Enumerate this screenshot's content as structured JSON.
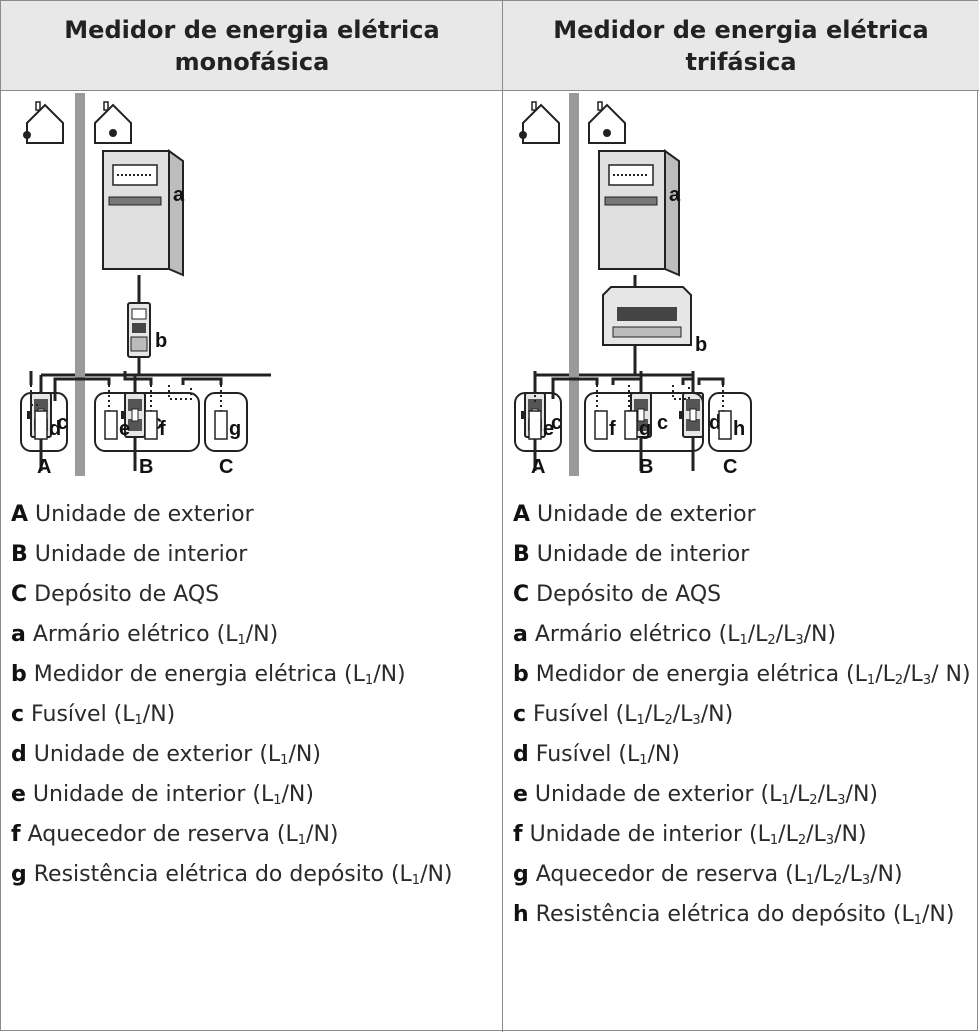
{
  "headers": {
    "left": "Medidor de energia elétrica monofásica",
    "right": "Medidor de energia elétrica trifásica"
  },
  "diagram_labels": {
    "left": {
      "a": "a",
      "b": "b",
      "c1": "c",
      "c2": "c",
      "d": "d",
      "e": "e",
      "f": "f",
      "g": "g",
      "A": "A",
      "B": "B",
      "C": "C"
    },
    "right": {
      "a": "a",
      "b": "b",
      "c1": "c",
      "c2": "c",
      "d": "d",
      "e": "e",
      "f": "f",
      "g": "g",
      "h": "h",
      "A": "A",
      "B": "B",
      "C": "C"
    }
  },
  "legend_left": [
    {
      "key": "A",
      "pre": "Unidade de exterior",
      "subs": []
    },
    {
      "key": "B",
      "pre": "Unidade de interior",
      "subs": []
    },
    {
      "key": "C",
      "pre": "Depósito de AQS",
      "subs": []
    },
    {
      "key": "a",
      "pre": "Armário elétrico (L",
      "subs": [
        "1"
      ],
      "post": "/N)"
    },
    {
      "key": "b",
      "pre": "Medidor de energia elétrica (L",
      "subs": [
        "1"
      ],
      "post": "/N)"
    },
    {
      "key": "c",
      "pre": "Fusível (L",
      "subs": [
        "1"
      ],
      "post": "/N)"
    },
    {
      "key": "d",
      "pre": "Unidade de exterior (L",
      "subs": [
        "1"
      ],
      "post": "/N)"
    },
    {
      "key": "e",
      "pre": "Unidade de interior (L",
      "subs": [
        "1"
      ],
      "post": "/N)"
    },
    {
      "key": "f",
      "pre": "Aquecedor de reserva (L",
      "subs": [
        "1"
      ],
      "post": "/N)"
    },
    {
      "key": "g",
      "pre": "Resistência elétrica do depósito (L",
      "subs": [
        "1"
      ],
      "post": "/N)"
    }
  ],
  "legend_right": [
    {
      "key": "A",
      "pre": "Unidade de exterior",
      "subs": []
    },
    {
      "key": "B",
      "pre": "Unidade de interior",
      "subs": []
    },
    {
      "key": "C",
      "pre": "Depósito de AQS",
      "subs": []
    },
    {
      "key": "a",
      "pre": "Armário elétrico (L",
      "subs": [
        "1",
        "2",
        "3"
      ],
      "post": "/N)"
    },
    {
      "key": "b",
      "pre": "Medidor de energia elétrica (L",
      "subs": [
        "1",
        "2",
        "3"
      ],
      "post": "/ N)"
    },
    {
      "key": "c",
      "pre": "Fusível (L",
      "subs": [
        "1",
        "2",
        "3"
      ],
      "post": "/N)"
    },
    {
      "key": "d",
      "pre": "Fusível (L",
      "subs": [
        "1"
      ],
      "post": "/N)"
    },
    {
      "key": "e",
      "pre": "Unidade de exterior (L",
      "subs": [
        "1",
        "2",
        "3"
      ],
      "post": "/N)"
    },
    {
      "key": "f",
      "pre": "Unidade de interior (L",
      "subs": [
        "1",
        "2",
        "3"
      ],
      "post": "/N)"
    },
    {
      "key": "g",
      "pre": "Aquecedor de reserva (L",
      "subs": [
        "1",
        "2",
        "3"
      ],
      "post": "/N)"
    },
    {
      "key": "h",
      "pre": "Resistência elétrica do depósito (L",
      "subs": [
        "1"
      ],
      "post": "/N)"
    }
  ]
}
